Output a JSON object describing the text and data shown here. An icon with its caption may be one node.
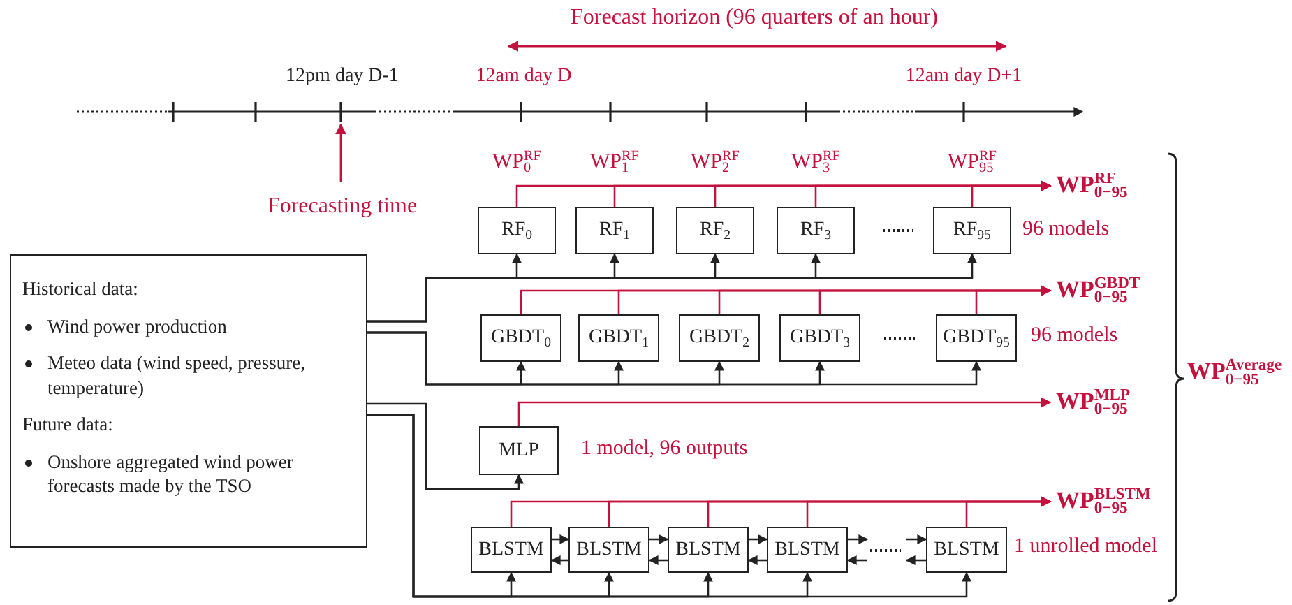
{
  "diagram": {
    "nodes": [
      {
        "text": [
          "Historical data:",
          "Wind power production",
          "Meteo data (wind speed, pressure, temperature)",
          "Future data:",
          "Onshore aggregated wind power forecasts made by the TSO"
        ]
      },
      {
        "text": [
          "RF$_{0}$"
        ]
      },
      {
        "text": [
          "RF$_{1}$"
        ]
      },
      {
        "text": [
          "RF$_{2}$"
        ]
      },
      {
        "text": [
          "RF$_{3}$"
        ]
      },
      {
        "text": [
          "RF$_{95}$"
        ],
        "beside": [
          "96 models"
        ]
      },
      {
        "text": [
          "GBDT$_{0}$"
        ]
      },
      {
        "text": [
          "GBDT$_{1}$"
        ]
      },
      {
        "text": [
          "GBDT$_{2}$"
        ]
      },
      {
        "text": [
          "GBDT$_{3}$"
        ]
      },
      {
        "text": [
          "GBDT$_{95}$"
        ],
        "beside": [
          "96 models"
        ]
      },
      {
        "text": [
          "MLP"
        ],
        "beside": [
          "1 model, 96 outputs"
        ]
      },
      {
        "text": [
          "BLSTM"
        ]
      },
      {
        "text": [
          "BLSTM"
        ]
      },
      {
        "text": [
          "BLSTM"
        ]
      },
      {
        "text": [
          "BLSTM"
        ]
      },
      {
        "text": [
          "BLSTM"
        ],
        "beside": [
          "1 unrolled model"
        ]
      },
      {
        "text": [
          "WP$_{0−95}$$^{RF}$"
        ]
      },
      {
        "text": [
          "WP$_{0−95}$$^{GBDT}$"
        ]
      },
      {
        "text": [
          "WP$_{0−95}$$^{MLP}$"
        ]
      },
      {
        "text": [
          "WP$_{0−95}$$^{BLSTM}$"
        ]
      }
    ],
    "edges": [
      {
        "from": 0,
        "to": 1,
        "arrow": "to"
      },
      {
        "from": 0,
        "to": 2,
        "arrow": "to"
      },
      {
        "from": 0,
        "to": 3,
        "arrow": "to"
      },
      {
        "from": 0,
        "to": 4,
        "arrow": "to"
      },
      {
        "from": 0,
        "to": 5,
        "arrow": "to"
      },
      {
        "from": 0,
        "to": 6,
        "arrow": "to"
      },
      {
        "from": 0,
        "to": 7,
        "arrow": "to"
      },
      {
        "from": 0,
        "to": 8,
        "arrow": "to"
      },
      {
        "from": 0,
        "to": 9,
        "arrow": "to"
      },
      {
        "from": 0,
        "to": 10,
        "arrow": "to"
      },
      {
        "from": 0,
        "to": 11,
        "arrow": "to"
      },
      {
        "from": 0,
        "to": 12,
        "arrow": "to"
      },
      {
        "from": 0,
        "to": 13,
        "arrow": "to"
      },
      {
        "from": 0,
        "to": 14,
        "arrow": "to"
      },
      {
        "from": 0,
        "to": 15,
        "arrow": "to"
      },
      {
        "from": 0,
        "to": 16,
        "arrow": "to"
      },
      {
        "from": 1,
        "to": 17,
        "arrow": "to",
        "label": "WP$_{0}$$^{RF}$",
        "color": "#c4123f"
      },
      {
        "from": 2,
        "to": 17,
        "arrow": "to",
        "label": "WP$_{1}$$^{RF}$",
        "color": "#c4123f"
      },
      {
        "from": 3,
        "to": 17,
        "arrow": "to",
        "label": "WP$_{2}$$^{RF}$",
        "color": "#c4123f"
      },
      {
        "from": 4,
        "to": 17,
        "arrow": "to",
        "label": "WP$_{3}$$^{RF}$",
        "color": "#c4123f"
      },
      {
        "from": 5,
        "to": 17,
        "arrow": "to",
        "label": "WP$_{95}$$^{RF}$",
        "color": "#c4123f"
      },
      {
        "from": 6,
        "to": 18,
        "arrow": "to",
        "color": "#c4123f"
      },
      {
        "from": 7,
        "to": 18,
        "arrow": "to",
        "color": "#c4123f"
      },
      {
        "from": 8,
        "to": 18,
        "arrow": "to",
        "color": "#c4123f"
      },
      {
        "from": 9,
        "to": 18,
        "arrow": "to",
        "color": "#c4123f"
      },
      {
        "from": 10,
        "to": 18,
        "arrow": "to",
        "color": "#c4123f"
      },
      {
        "from": 11,
        "to": 19,
        "arrow": "to",
        "color": "#c4123f"
      },
      {
        "from": 12,
        "to": 20,
        "arrow": "to",
        "color": "#c4123f"
      },
      {
        "from": 13,
        "to": 20,
        "arrow": "to",
        "color": "#c4123f"
      },
      {
        "from": 14,
        "to": 20,
        "arrow": "to",
        "color": "#c4123f"
      },
      {
        "from": 15,
        "to": 20,
        "arrow": "to",
        "color": "#c4123f"
      },
      {
        "from": 16,
        "to": 20,
        "arrow": "to",
        "color": "#c4123f"
      },
      {
        "from": 12,
        "to": 13,
        "arrow": "to"
      },
      {
        "from": 13,
        "to": 12,
        "arrow": "to"
      },
      {
        "from": 13,
        "to": 14,
        "arrow": "to"
      },
      {
        "from": 14,
        "to": 13,
        "arrow": "to"
      },
      {
        "from": 14,
        "to": 15,
        "arrow": "to"
      },
      {
        "from": 15,
        "to": 14,
        "arrow": "to"
      },
      {
        "from": 15,
        "to": null,
        "arrow": "to"
      },
      {
        "from": null,
        "to": 15,
        "arrow": "to"
      },
      {
        "from": null,
        "to": 16,
        "arrow": "to"
      },
      {
        "from": 16,
        "to": null,
        "arrow": "to"
      }
    ],
    "labels": [
      "Forecast horizon (96 quarters of an hour)",
      "12pm day D-1",
      "12am day D",
      "12am day D+1",
      "Forecasting time",
      "WP$_{0−95}$$^{Average}$"
    ]
  }
}
